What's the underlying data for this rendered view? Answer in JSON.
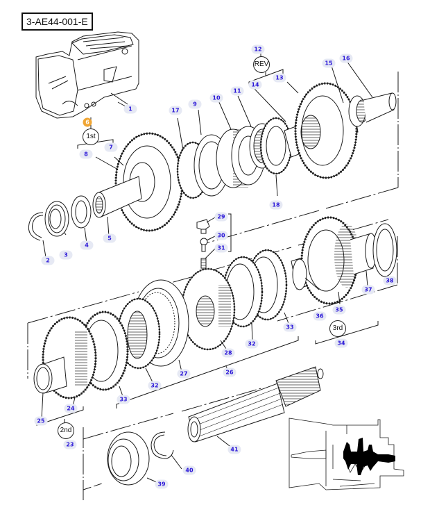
{
  "diagram": {
    "reference_code": "3-AE44-001-E",
    "highlight_color": "#f0a635",
    "callout_text_color": "#2a16d8",
    "callout_bg_color": "#e6e9f4",
    "highlighted_part": "6",
    "groups": [
      {
        "id": "1st",
        "label": "1st",
        "ref": "6"
      },
      {
        "id": "rev",
        "label": "REV",
        "ref": "12"
      },
      {
        "id": "3rd",
        "label": "3rd",
        "ref": "34"
      },
      {
        "id": "2nd",
        "label": "2nd",
        "ref": "23"
      }
    ],
    "callouts": [
      {
        "num": "1",
        "part": "transmission-case"
      },
      {
        "num": "2",
        "part": "snap-ring"
      },
      {
        "num": "3",
        "part": "bearing"
      },
      {
        "num": "4",
        "part": "washer"
      },
      {
        "num": "5",
        "part": "bushing"
      },
      {
        "num": "6",
        "part": "1st-gear-set"
      },
      {
        "num": "7",
        "part": "1st-gear"
      },
      {
        "num": "8",
        "part": "1st-gear-bushing"
      },
      {
        "num": "9",
        "part": "synchro-sleeve"
      },
      {
        "num": "10",
        "part": "synchro-hub"
      },
      {
        "num": "11",
        "part": "synchro-ring"
      },
      {
        "num": "12",
        "part": "reverse-gear-set"
      },
      {
        "num": "13",
        "part": "reverse-gear"
      },
      {
        "num": "14",
        "part": "reverse-gear-bushing"
      },
      {
        "num": "15",
        "part": "bearing"
      },
      {
        "num": "16",
        "part": "mainshaft-rear"
      },
      {
        "num": "17",
        "part": "synchro-ring"
      },
      {
        "num": "18",
        "part": "synchro-cone"
      },
      {
        "num": "23",
        "part": "2nd-gear-set"
      },
      {
        "num": "24",
        "part": "2nd-gear"
      },
      {
        "num": "25",
        "part": "2nd-gear-bushing"
      },
      {
        "num": "26",
        "part": "synchronizer-assembly"
      },
      {
        "num": "27",
        "part": "sleeve"
      },
      {
        "num": "28",
        "part": "hub"
      },
      {
        "num": "29",
        "part": "shifting-key"
      },
      {
        "num": "30",
        "part": "detent-ball"
      },
      {
        "num": "31",
        "part": "spring"
      },
      {
        "num": "32",
        "part": "synchro-ring"
      },
      {
        "num": "33",
        "part": "synchro-cone"
      },
      {
        "num": "34",
        "part": "3rd-gear-set"
      },
      {
        "num": "35",
        "part": "3rd-gear"
      },
      {
        "num": "36",
        "part": "3rd-gear-bushing"
      },
      {
        "num": "37",
        "part": "bearing"
      },
      {
        "num": "38",
        "part": "thrust-washer"
      },
      {
        "num": "39",
        "part": "bearing"
      },
      {
        "num": "40",
        "part": "snap-ring"
      },
      {
        "num": "41",
        "part": "mainshaft"
      }
    ]
  }
}
